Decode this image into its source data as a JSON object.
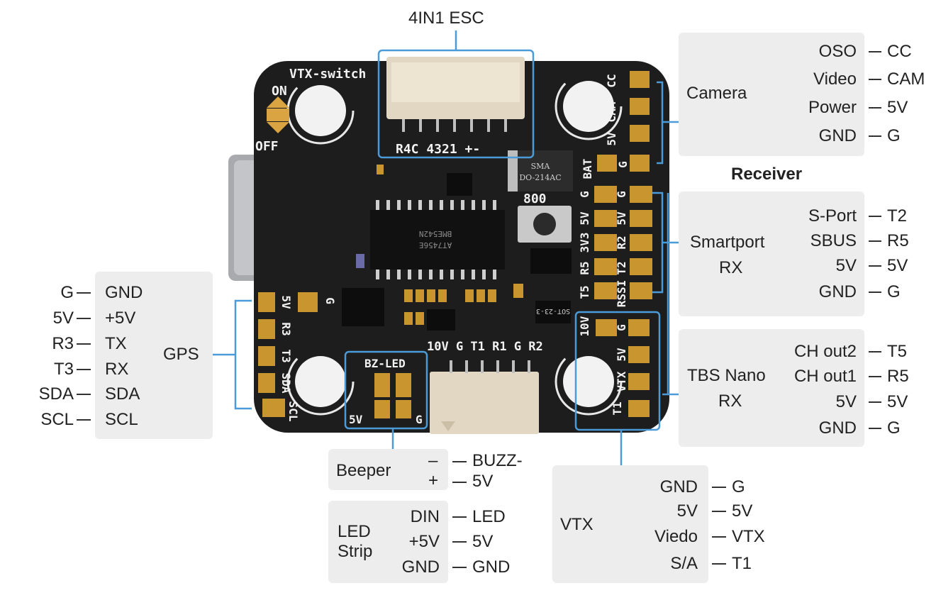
{
  "esc": {
    "title": "4IN1 ESC",
    "silk": "R4C 4321 +-"
  },
  "board": {
    "vtx_switch": "VTX-switch",
    "on": "ON",
    "off": "OFF",
    "bz_led": "BZ-LED",
    "bz_5v": "5V",
    "bz_g": "G",
    "uart_silk": "10V G T1 R1 G R2",
    "gps_pads": [
      "5V",
      "R3",
      "T3",
      "SDA",
      "SCL"
    ],
    "gps_g": "G",
    "cam_pads": [
      "CC",
      "CAM",
      "5V",
      "G"
    ],
    "bat": "BAT",
    "rx_left": [
      "G",
      "5V",
      "3V3",
      "R5",
      "T5"
    ],
    "rx_right": [
      "G",
      "5V",
      "R2",
      "T2",
      "RSSI"
    ],
    "vtx_pads": [
      "10V",
      "G",
      "5V",
      "VTX",
      "T1"
    ],
    "chip_text1": "BME542N",
    "chip_text2": "AT7456E",
    "diode1": "SMA",
    "diode2": "DO-214AC",
    "num800": "800",
    "sot": "SOT-23-3"
  },
  "camera": {
    "title": "Camera",
    "rows": [
      {
        "pin": "OSO",
        "pad": "CC"
      },
      {
        "pin": "Video",
        "pad": "CAM"
      },
      {
        "pin": "Power",
        "pad": "5V"
      },
      {
        "pin": "GND",
        "pad": "G"
      }
    ]
  },
  "receiver": {
    "title": "Receiver"
  },
  "smartport": {
    "title1": "Smartport",
    "title2": "RX",
    "rows": [
      {
        "pin": "S-Port",
        "pad": "T2"
      },
      {
        "pin": "SBUS",
        "pad": "R5"
      },
      {
        "pin": "5V",
        "pad": "5V"
      },
      {
        "pin": "GND",
        "pad": "G"
      }
    ]
  },
  "tbs": {
    "title1": "TBS Nano",
    "title2": "RX",
    "rows": [
      {
        "pin": "CH out2",
        "pad": "T5"
      },
      {
        "pin": "CH out1",
        "pad": "R5"
      },
      {
        "pin": "5V",
        "pad": "5V"
      },
      {
        "pin": "GND",
        "pad": "G"
      }
    ]
  },
  "gps": {
    "title": "GPS",
    "rows": [
      {
        "pad": "G",
        "pin": "GND"
      },
      {
        "pad": "5V",
        "pin": "+5V"
      },
      {
        "pad": "R3",
        "pin": "TX"
      },
      {
        "pad": "T3",
        "pin": "RX"
      },
      {
        "pad": "SDA",
        "pin": "SDA"
      },
      {
        "pad": "SCL",
        "pin": "SCL"
      }
    ]
  },
  "beeper": {
    "title": "Beeper",
    "rows": [
      {
        "pin": "–",
        "pad": "BUZZ-"
      },
      {
        "pin": "+",
        "pad": "5V"
      }
    ]
  },
  "led_strip": {
    "title1": "LED",
    "title2": "Strip",
    "rows": [
      {
        "pin": "DIN",
        "pad": "LED"
      },
      {
        "pin": "+5V",
        "pad": "5V"
      },
      {
        "pin": "GND",
        "pad": "GND"
      }
    ]
  },
  "vtx": {
    "title": "VTX",
    "rows": [
      {
        "pin": "GND",
        "pad": "G"
      },
      {
        "pin": "5V",
        "pad": "5V"
      },
      {
        "pin": "Viedo",
        "pad": "VTX"
      },
      {
        "pin": "S/A",
        "pad": "T1"
      }
    ]
  },
  "colors": {
    "accent": "#4a9bd8",
    "board": "#1d1d1d",
    "pad": "#c9952e",
    "panel": "#ededed"
  }
}
